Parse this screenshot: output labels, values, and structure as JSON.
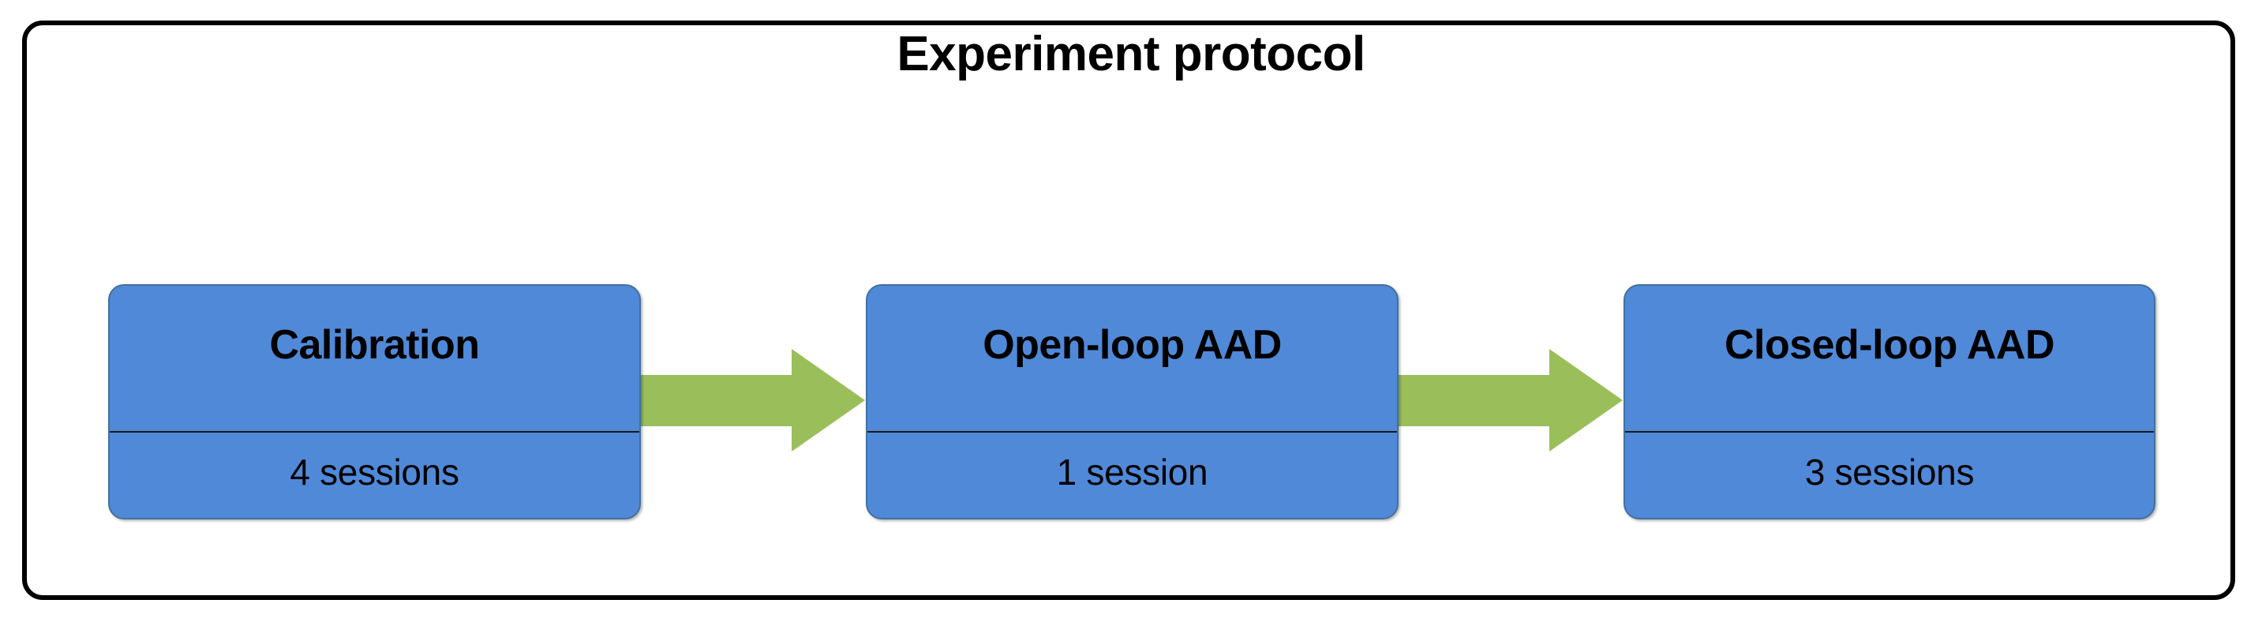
{
  "figure": {
    "title": "Experiment protocol",
    "frame_border_color": "#000000",
    "background_color": "#ffffff"
  },
  "palette": {
    "box_fill": "#5089D8",
    "box_border": "#42719E",
    "arrow_fill": "#9ABF5A",
    "text": "#000000"
  },
  "flow": {
    "stages": [
      {
        "name": "Calibration",
        "sessions": "4 sessions"
      },
      {
        "name": "Open-loop AAD",
        "sessions": "1 session"
      },
      {
        "name": "Closed-loop AAD",
        "sessions": "3 sessions"
      }
    ],
    "connectors": [
      {
        "icon": "right-arrow-icon",
        "from": "Calibration",
        "to": "Open-loop AAD"
      },
      {
        "icon": "right-arrow-icon",
        "from": "Open-loop AAD",
        "to": "Closed-loop AAD"
      }
    ]
  }
}
